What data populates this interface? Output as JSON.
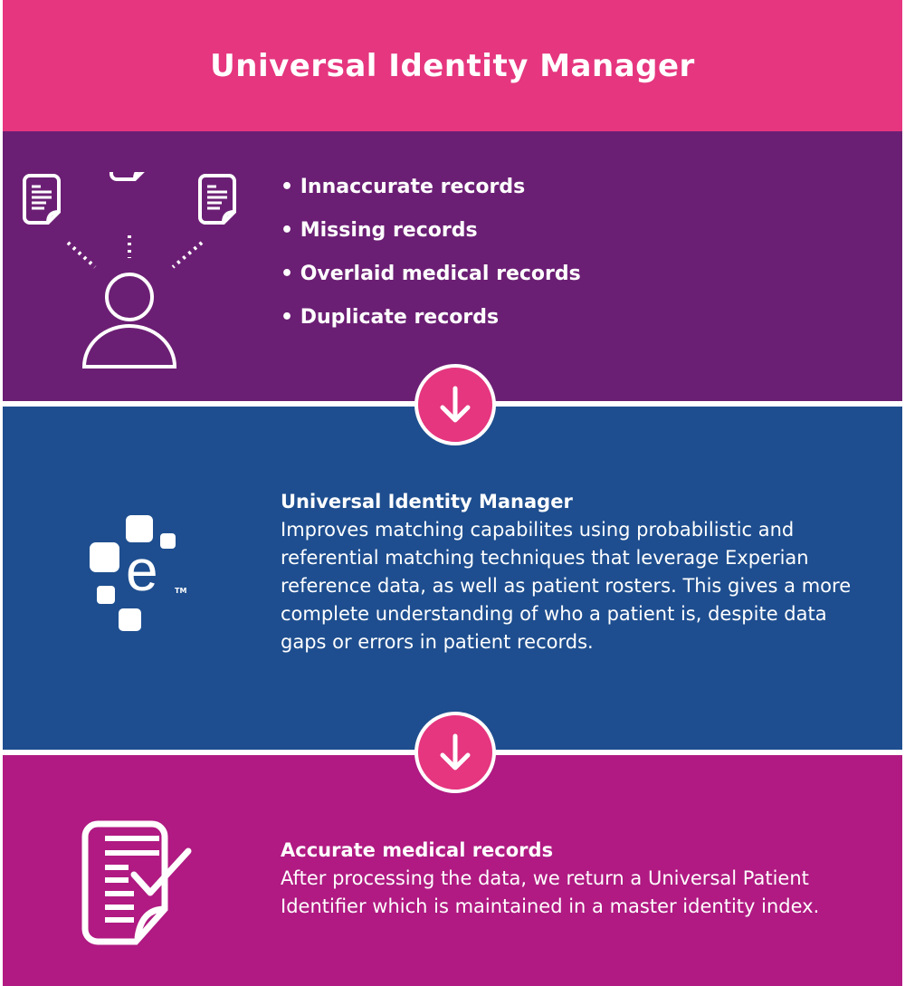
{
  "header": {
    "title": "Universal Identity Manager"
  },
  "problems": {
    "items": [
      "• Innaccurate records",
      "• Missing records",
      "• Overlaid medical records",
      "• Duplicate records"
    ],
    "icon": "person-with-documents-icon"
  },
  "solution": {
    "title": "Universal Identity Manager",
    "body": "Improves matching capabilites using probabilistic and referential matching techniques that leverage Experian reference data, as well as patient rosters. This gives a more complete understanding of who a patient is, despite data gaps or errors in patient records.",
    "logo_letter": "e",
    "logo_tm": "TM",
    "icon": "experian-logo"
  },
  "result": {
    "title": "Accurate medical records",
    "body": "After processing the data, we return a Universal Patient Identifier which is maintained in a master identity index.",
    "icon": "document-check-icon"
  },
  "colors": {
    "header": "#e5367f",
    "problems": "#6b1f74",
    "solution": "#1e4e8f",
    "result": "#b01a82"
  }
}
